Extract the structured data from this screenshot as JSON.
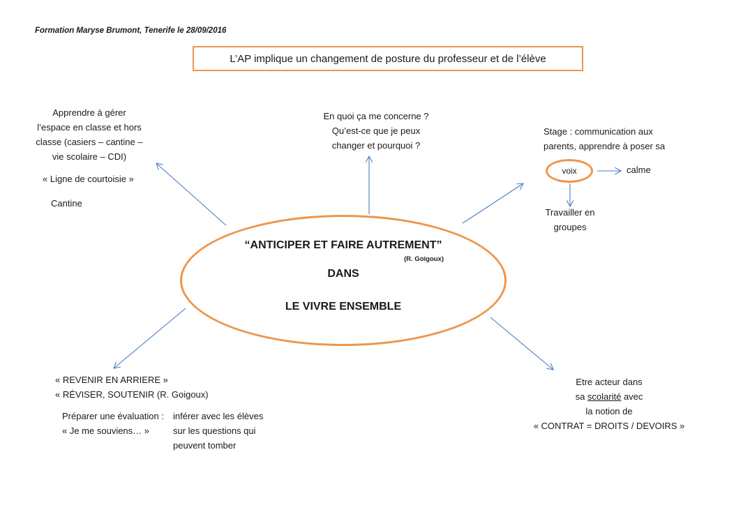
{
  "header": "Formation Maryse Brumont, Tenerife le 28/09/2016",
  "title": "L’AP implique un changement de posture du professeur et de l’élève",
  "center": {
    "line1": "“ANTICIPER ET FAIRE AUTREMENT”",
    "citation": "(R. Goigoux)",
    "line2": "DANS",
    "line3": "LE VIVRE ENSEMBLE"
  },
  "top_left": {
    "lines": [
      "Apprendre à gérer",
      "l’espace en classe et hors",
      "classe (casiers – cantine –",
      "vie scolaire – CDI)"
    ],
    "ligne": "« Ligne de courtoisie »",
    "cantine": "Cantine"
  },
  "top_center": {
    "lines": [
      "En quoi ça me concerne ?",
      "Qu’est-ce que je peux",
      "changer et pourquoi ?"
    ]
  },
  "top_right": {
    "lines": [
      "Stage : communication aux",
      "parents, apprendre à poser sa"
    ],
    "voix": "voix",
    "calme": "calme",
    "groupes": [
      "Travailler en",
      "groupes"
    ]
  },
  "bottom_left": {
    "lines": [
      "« REVENIR EN ARRIERE »",
      "« RÉVISER, SOUTENIR (R. Goigoux)"
    ],
    "col1": [
      "Préparer une évaluation :",
      "« Je me souviens… »"
    ],
    "col2": [
      "inférer avec les élèves",
      "sur les questions qui",
      "peuvent tomber"
    ]
  },
  "bottom_right": {
    "line1": "Etre acteur dans",
    "line2_pre": "sa ",
    "line2_u": "scolarité",
    "line2_post": " avec",
    "line3": "la notion de",
    "line4": "« CONTRAT = DROITS / DEVOIRS »"
  },
  "colors": {
    "accent": "#f0954a",
    "arrow": "#4a7fc1"
  }
}
